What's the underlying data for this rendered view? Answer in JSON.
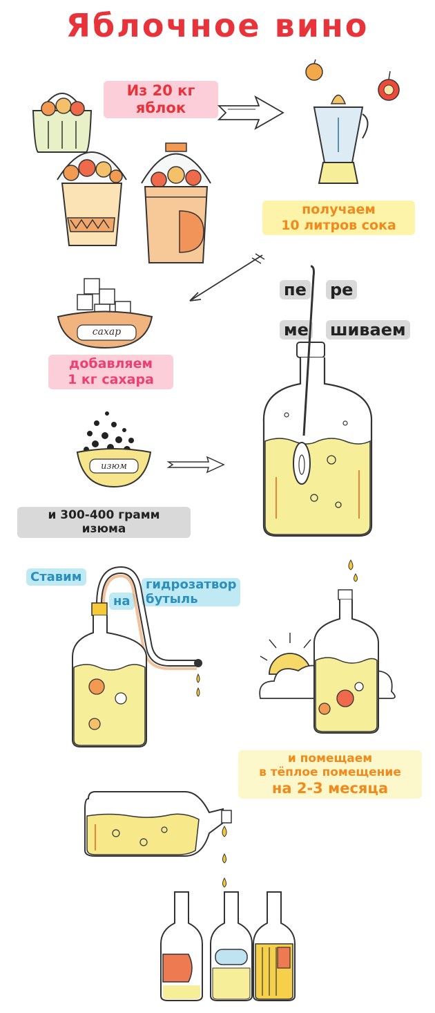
{
  "title": "Яблочное вино",
  "steps": {
    "apples": [
      "Из 20 кг",
      "яблок"
    ],
    "juice": [
      "получаем",
      "10 литров сока"
    ],
    "stir": [
      "пе",
      "ре",
      "ме",
      "шиваем"
    ],
    "sugar_label": "сахар",
    "sugar": [
      "добавляем",
      "1 кг сахара"
    ],
    "raisin_label": "изюм",
    "raisins": [
      "и 300-400 грамм",
      "изюма"
    ],
    "airlock": [
      "Ставим",
      "на",
      "гидрозатвор",
      "бутыль"
    ],
    "warm": [
      "и помещаем",
      "в тёплое помещение",
      "на 2-3 месяца"
    ]
  },
  "icons": [
    "apple-icon",
    "juicer-icon",
    "basket-icon",
    "bucket-icon",
    "sugar-bowl-icon",
    "raisin-bowl-icon",
    "jar-icon",
    "spoon-icon",
    "bottle-icon",
    "sun-icon",
    "cloud-icon",
    "arrow-icon"
  ],
  "colors": {
    "title": "#e8333a",
    "orange": "#f08a1c",
    "pink": "#ec3f72",
    "blue": "#2a8fbd",
    "juice": "#f7ee9a"
  }
}
